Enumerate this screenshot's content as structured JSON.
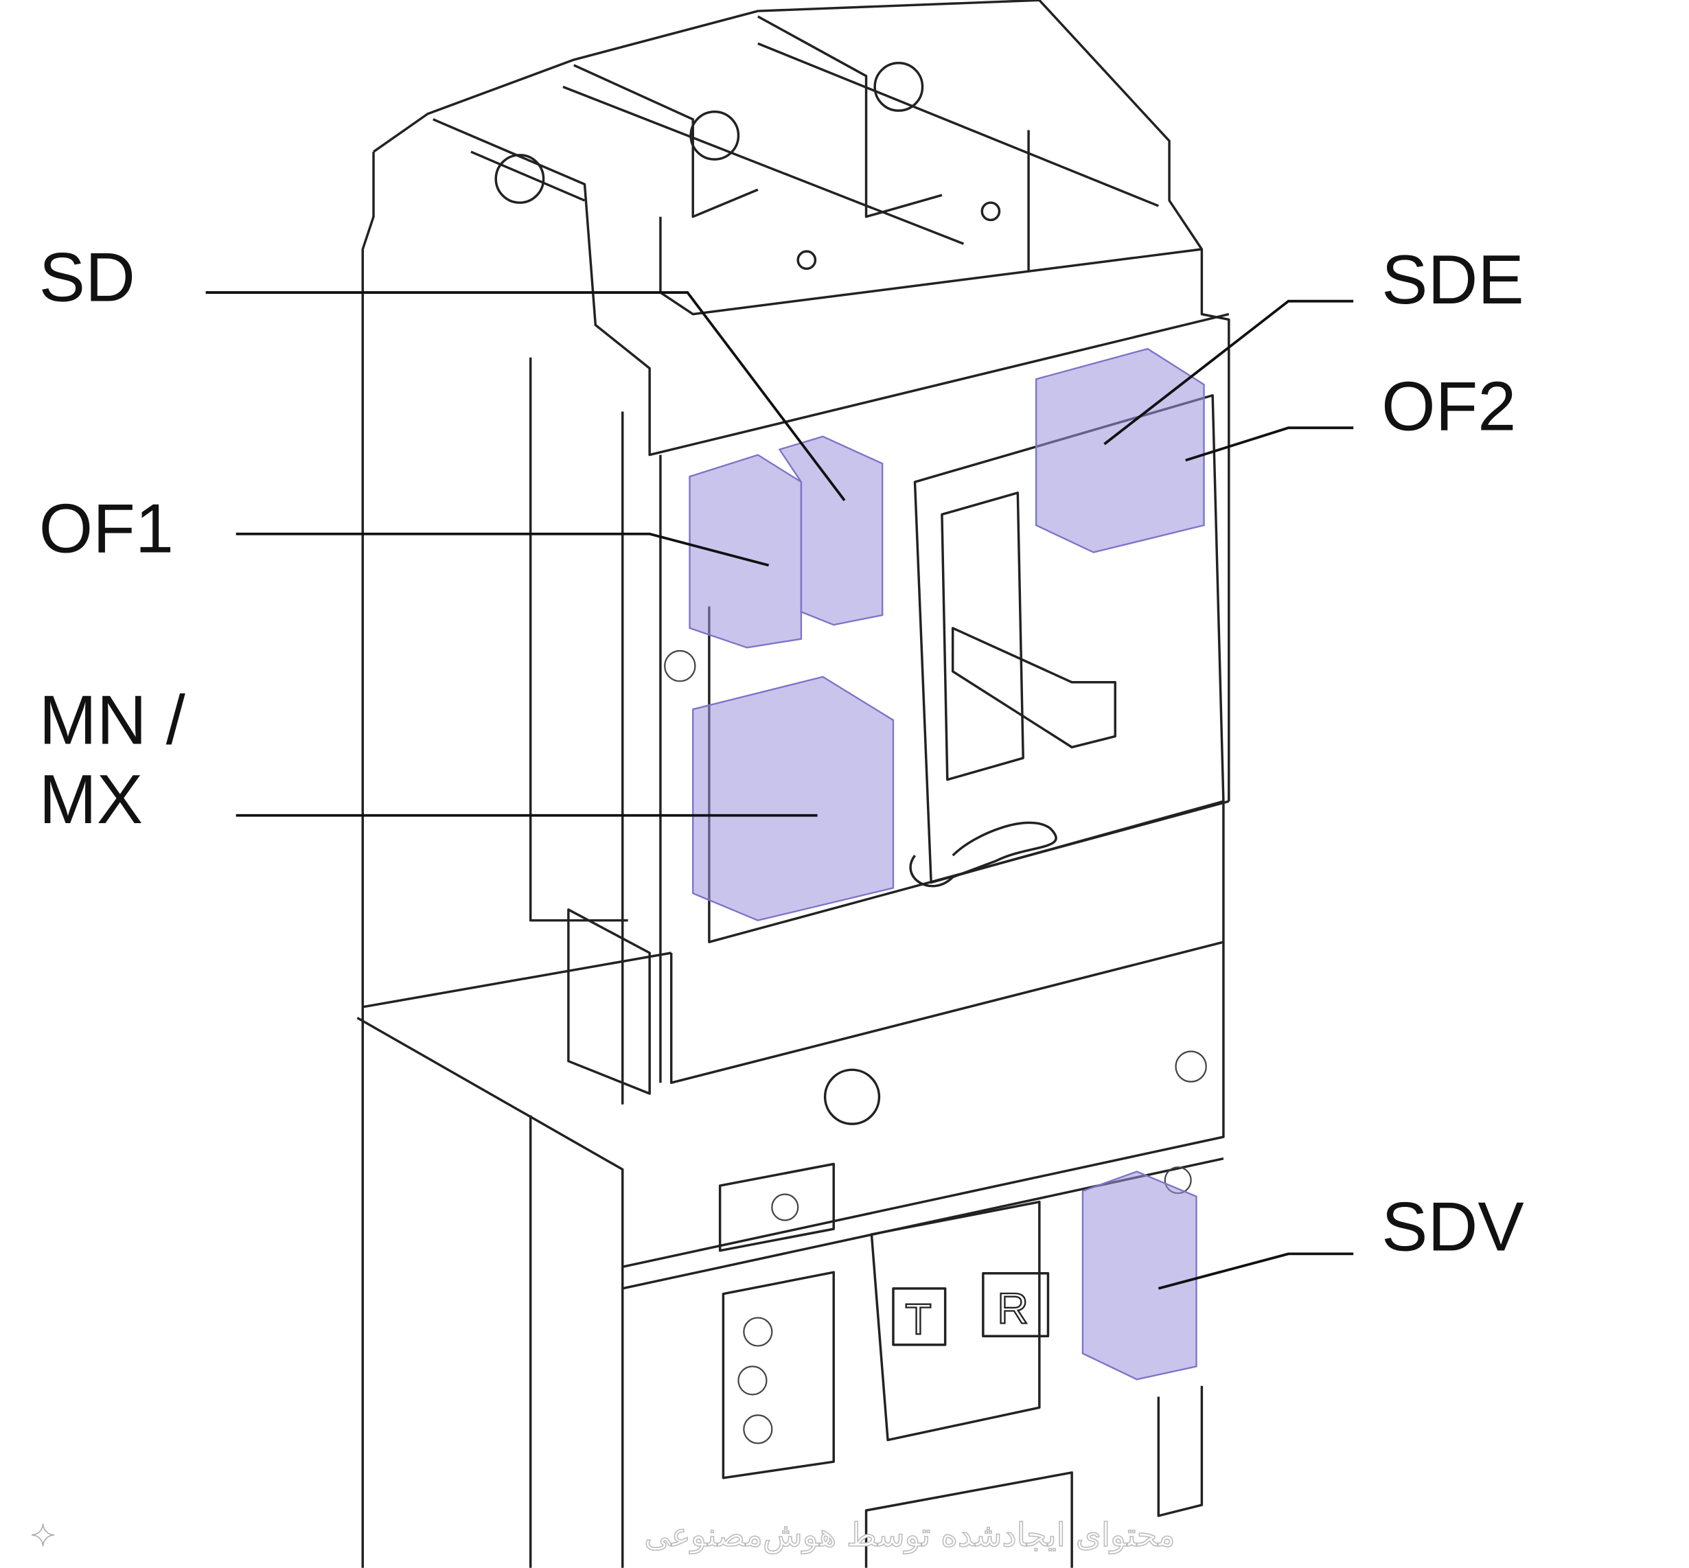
{
  "labels": {
    "sd": "SD",
    "sde": "SDE",
    "of2": "OF2",
    "of1": "OF1",
    "mn": "MN /",
    "mx": "MX",
    "sdv": "SDV"
  },
  "trip_unit_buttons": {
    "test": "T",
    "reset": "R"
  },
  "accessory_color": "#9c93dc",
  "watermark": "محتوای ایجادشده توسط هوش‌مصنوعی"
}
